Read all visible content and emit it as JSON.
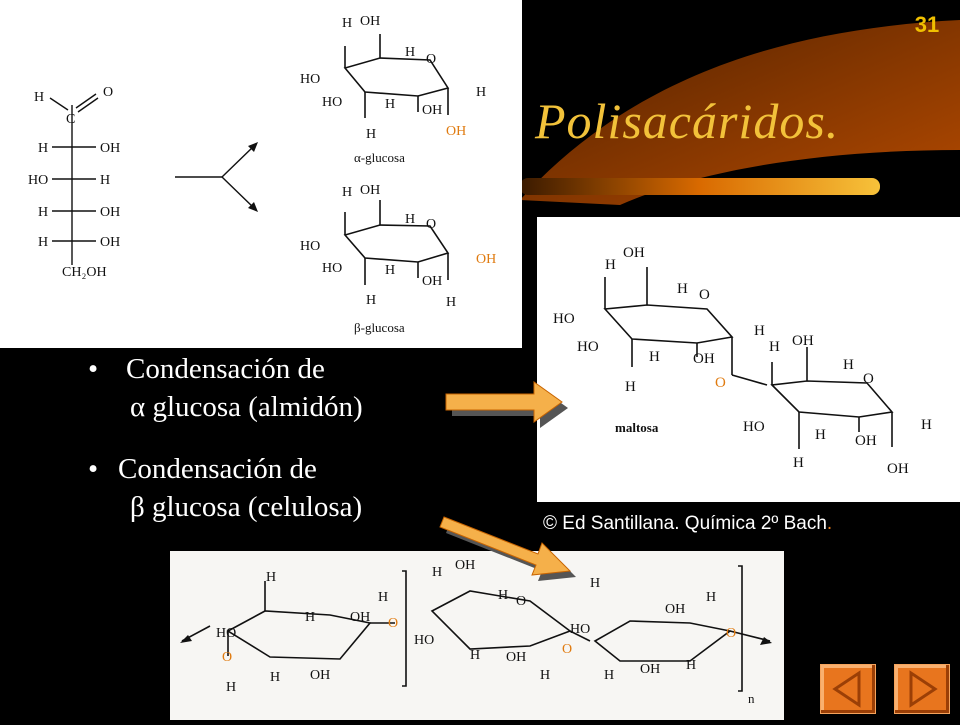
{
  "slide": {
    "number": "31",
    "title": "Polisacáridos."
  },
  "bullets": [
    {
      "glyph": "•",
      "line1": "Condensación de",
      "line2": "α glucosa (almidón)"
    },
    {
      "glyph": "•",
      "line1": "Condensación de",
      "line2": "β glucosa (celulosa)"
    }
  ],
  "credit": {
    "text": "© Ed Santillana. Química 2º Bach",
    "period": "."
  },
  "structures": {
    "alpha_label": "α-glucosa",
    "beta_label": "β-glucosa",
    "maltose_label": "maltosa",
    "open_chain": {
      "aldehyde_h": "H",
      "aldehyde_o": "O",
      "carbon": "C",
      "rows": [
        [
          "H",
          "OH"
        ],
        [
          "HO",
          "H"
        ],
        [
          "H",
          "OH"
        ],
        [
          "H",
          "OH"
        ]
      ],
      "terminal": "CH₂OH"
    },
    "polymer_n": "n"
  },
  "nav": {
    "prev_icon": "triangle-left-icon",
    "next_icon": "triangle-right-icon"
  },
  "colors": {
    "title": "#f2c23a",
    "accent": "#e8751e",
    "highlight_oh": "#e07b10"
  }
}
